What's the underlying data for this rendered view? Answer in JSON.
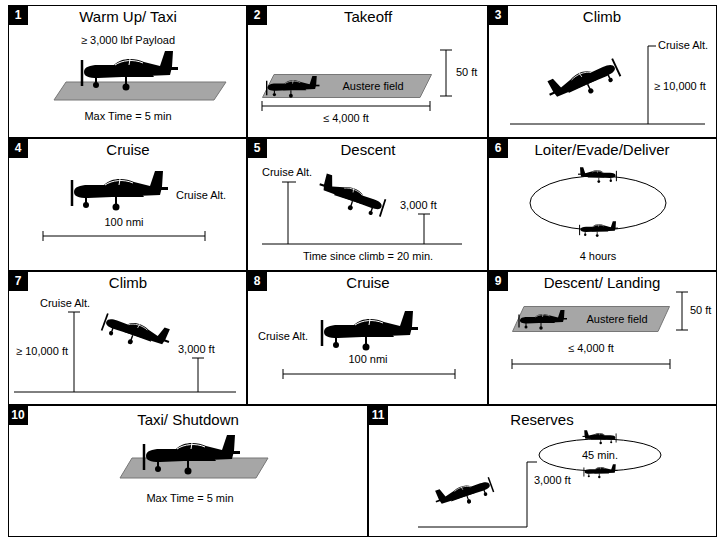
{
  "diagram": {
    "nodes": [
      {
        "text": [
          "Warm Up/ Taxi",
          "≥ 3,000 lbf Payload",
          "Max Time = 5 min"
        ]
      },
      {
        "text": [
          "1"
        ],
        "in": 0
      },
      {
        "text": [
          "Takeoff",
          "50 ft",
          "≤ 4,000 ft"
        ]
      },
      {
        "text": [
          "2"
        ],
        "in": 2
      },
      {
        "text": [
          "Austere field"
        ],
        "in": 2
      },
      {
        "text": [
          "Climb",
          "Cruise Alt.",
          "≥ 10,000 ft"
        ]
      },
      {
        "text": [
          "3"
        ],
        "in": 5
      },
      {
        "text": [
          "Cruise",
          "Cruise Alt.",
          "100 nmi"
        ]
      },
      {
        "text": [
          "4"
        ],
        "in": 7
      },
      {
        "text": [
          "Descent",
          "Cruise Alt.",
          "3,000 ft",
          "Time since climb = 20 min."
        ]
      },
      {
        "text": [
          "5"
        ],
        "in": 9
      },
      {
        "text": [
          "Loiter/Evade/Deliver",
          "4 hours"
        ]
      },
      {
        "text": [
          "6"
        ],
        "in": 11
      },
      {
        "text": [
          "Climb",
          "Cruise Alt.",
          "≥ 10,000 ft",
          "3,000 ft"
        ]
      },
      {
        "text": [
          "7"
        ],
        "in": 13
      },
      {
        "text": [
          "Cruise",
          "Cruise Alt.",
          "100 nmi"
        ]
      },
      {
        "text": [
          "8"
        ],
        "in": 15
      },
      {
        "text": [
          "Descent/ Landing",
          "50 ft",
          "≤ 4,000 ft"
        ]
      },
      {
        "text": [
          "9"
        ],
        "in": 17
      },
      {
        "text": [
          "Austere field"
        ],
        "in": 17
      },
      {
        "text": [
          "Taxi/ Shutdown",
          "Max Time = 5 min"
        ]
      },
      {
        "text": [
          "10"
        ],
        "in": 20
      },
      {
        "text": [
          "Reserves",
          "3,000 ft"
        ]
      },
      {
        "text": [
          "11"
        ],
        "in": 22
      },
      {
        "text": [
          "45 min."
        ],
        "in": 22
      }
    ]
  }
}
